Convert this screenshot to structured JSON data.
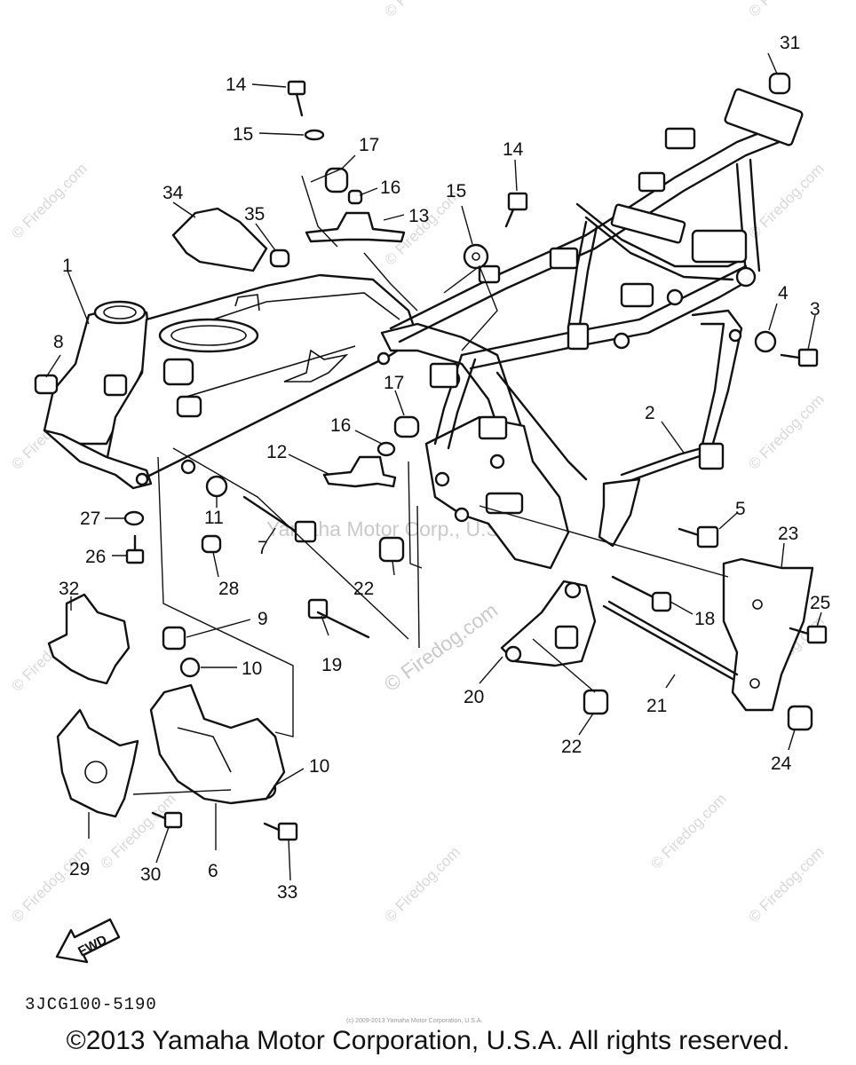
{
  "diagram": {
    "part_code": "3JCG100-5190",
    "copyright": "©2013 Yamaha Motor Corporation, U.S.A. All rights reserved.",
    "small_copyright": "(c) 2009-2013 Yamaha Motor Corporation, U.S.A.",
    "watermark": "© Firedog.com",
    "center_watermark": "Yamaha Motor Corp., U.S.A.",
    "fwd_label": "FWD",
    "callouts": [
      {
        "id": "c31",
        "label": "31"
      },
      {
        "id": "c14a",
        "label": "14"
      },
      {
        "id": "c15a",
        "label": "15"
      },
      {
        "id": "c17a",
        "label": "17"
      },
      {
        "id": "c16a",
        "label": "16"
      },
      {
        "id": "c13",
        "label": "13"
      },
      {
        "id": "c14b",
        "label": "14"
      },
      {
        "id": "c15b",
        "label": "15"
      },
      {
        "id": "c34",
        "label": "34"
      },
      {
        "id": "c35",
        "label": "35"
      },
      {
        "id": "c1",
        "label": "1"
      },
      {
        "id": "c8",
        "label": "8"
      },
      {
        "id": "c4",
        "label": "4"
      },
      {
        "id": "c3",
        "label": "3"
      },
      {
        "id": "c17b",
        "label": "17"
      },
      {
        "id": "c16b",
        "label": "16"
      },
      {
        "id": "c12",
        "label": "12"
      },
      {
        "id": "c2",
        "label": "2"
      },
      {
        "id": "c11",
        "label": "11"
      },
      {
        "id": "c7",
        "label": "7"
      },
      {
        "id": "c5",
        "label": "5"
      },
      {
        "id": "c27",
        "label": "27"
      },
      {
        "id": "c26",
        "label": "26"
      },
      {
        "id": "c28",
        "label": "28"
      },
      {
        "id": "c22a",
        "label": "22"
      },
      {
        "id": "c23",
        "label": "23"
      },
      {
        "id": "c32",
        "label": "32"
      },
      {
        "id": "c9",
        "label": "9"
      },
      {
        "id": "c18",
        "label": "18"
      },
      {
        "id": "c25",
        "label": "25"
      },
      {
        "id": "c10a",
        "label": "10"
      },
      {
        "id": "c19",
        "label": "19"
      },
      {
        "id": "c20",
        "label": "20"
      },
      {
        "id": "c21",
        "label": "21"
      },
      {
        "id": "c22b",
        "label": "22"
      },
      {
        "id": "c10b",
        "label": "10"
      },
      {
        "id": "c24",
        "label": "24"
      },
      {
        "id": "c29",
        "label": "29"
      },
      {
        "id": "c30",
        "label": "30"
      },
      {
        "id": "c6",
        "label": "6"
      },
      {
        "id": "c33",
        "label": "33"
      }
    ]
  }
}
